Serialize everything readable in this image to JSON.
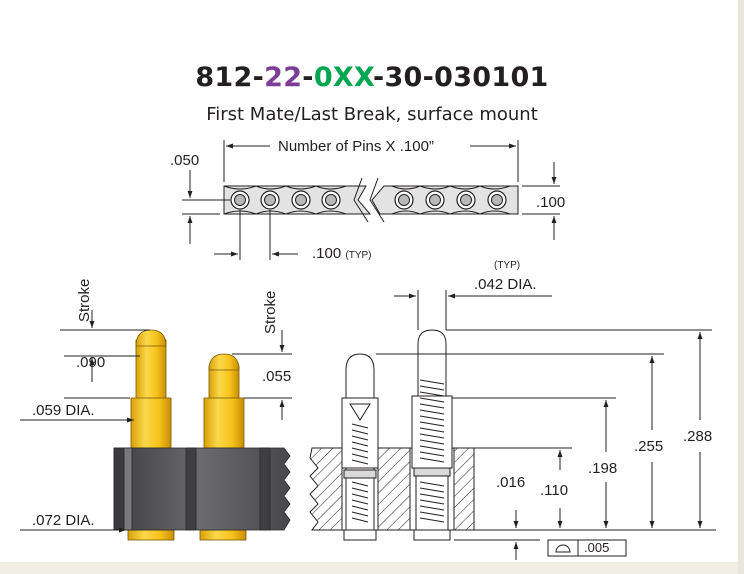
{
  "header": {
    "part_prefix": "812-",
    "part_pitch": "22",
    "part_dash1": "-",
    "part_pins": "0XX",
    "part_suffix": "-30-030101",
    "subtitle": "First Mate/Last Break, surface mount"
  },
  "colors": {
    "pitch": "#7b3d96",
    "pins": "#00a650",
    "text": "#231f20",
    "gold": "#f6c21a",
    "insulator": "#5d5d5f"
  },
  "top_view": {
    "length_label": "Number of Pins X .100”",
    "height_label": ".050",
    "width_label": ".100",
    "pitch_label": ".100",
    "pitch_typ": "(TYP)",
    "pin_count_left": 4,
    "pin_count_right": 4
  },
  "side_view": {
    "stroke_left": "Stroke",
    "stroke_right": "Stroke",
    "dim_090": ".090",
    "dim_055": ".055",
    "dia_059": ".059 DIA.",
    "dia_072": ".072 DIA."
  },
  "section_view": {
    "typ": "(TYP)",
    "dia_042": ".042 DIA.",
    "dim_016": ".016",
    "dim_110": ".110",
    "dim_198": ".198",
    "dim_255": ".255",
    "dim_288": ".288",
    "flatness_tolerance": ".005",
    "flatness_icon": "flatness-symbol-icon"
  }
}
